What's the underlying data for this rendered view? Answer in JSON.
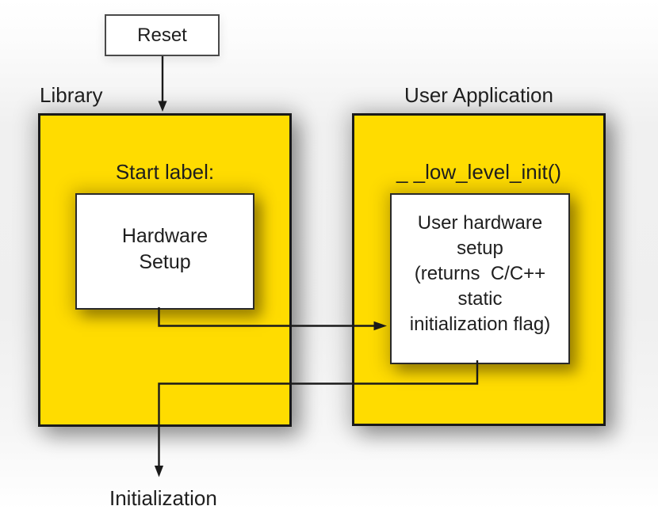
{
  "reset": {
    "label": "Reset"
  },
  "library": {
    "title": "Library",
    "start_label": "Start label:",
    "hardware_box_lines": [
      "Hardware",
      "Setup"
    ]
  },
  "user_application": {
    "title": "User Application",
    "function_label": "_ _low_level_init()",
    "hardware_box_lines": [
      "User hardware",
      "setup",
      "(returns  C/C++",
      "static",
      "initialization flag)"
    ]
  },
  "initialization_label": "Initialization",
  "connectors": [
    {
      "name": "reset-to-library",
      "direction": "down"
    },
    {
      "name": "hardware-setup-to-user-hardware-setup",
      "direction": "right"
    },
    {
      "name": "user-hardware-setup-to-initialization",
      "direction": "down"
    }
  ],
  "colors": {
    "box_fill": "#FFDC00",
    "outline": "#1A1A1A",
    "inner_box_fill": "#FFFFFF",
    "text": "#1E1E1E"
  }
}
